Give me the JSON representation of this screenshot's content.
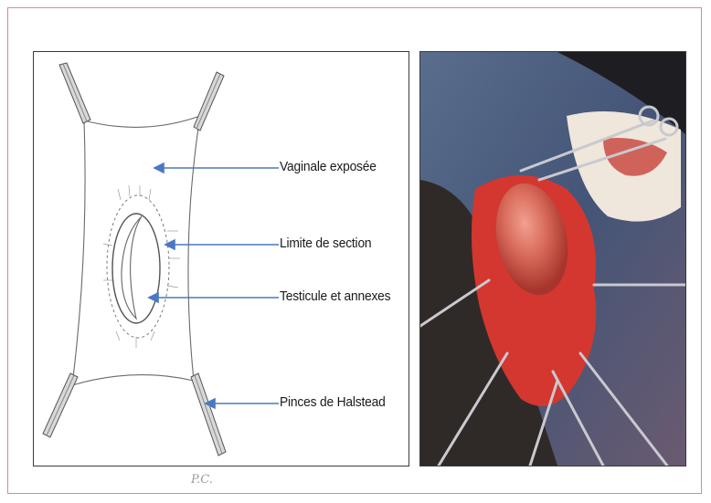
{
  "figure": {
    "labels": {
      "vaginale": "Vaginale exposée",
      "limite": "Limite de section",
      "testicule": "Testicule et annexes",
      "pinces": "Pinces de Halstead"
    },
    "signature": "P.C.",
    "colors": {
      "border": "#e0878f",
      "arrow": "#4a78c2",
      "sketch": "#6a6a6a",
      "tissue": "#d4372f",
      "drape": "#3a4a66"
    }
  }
}
